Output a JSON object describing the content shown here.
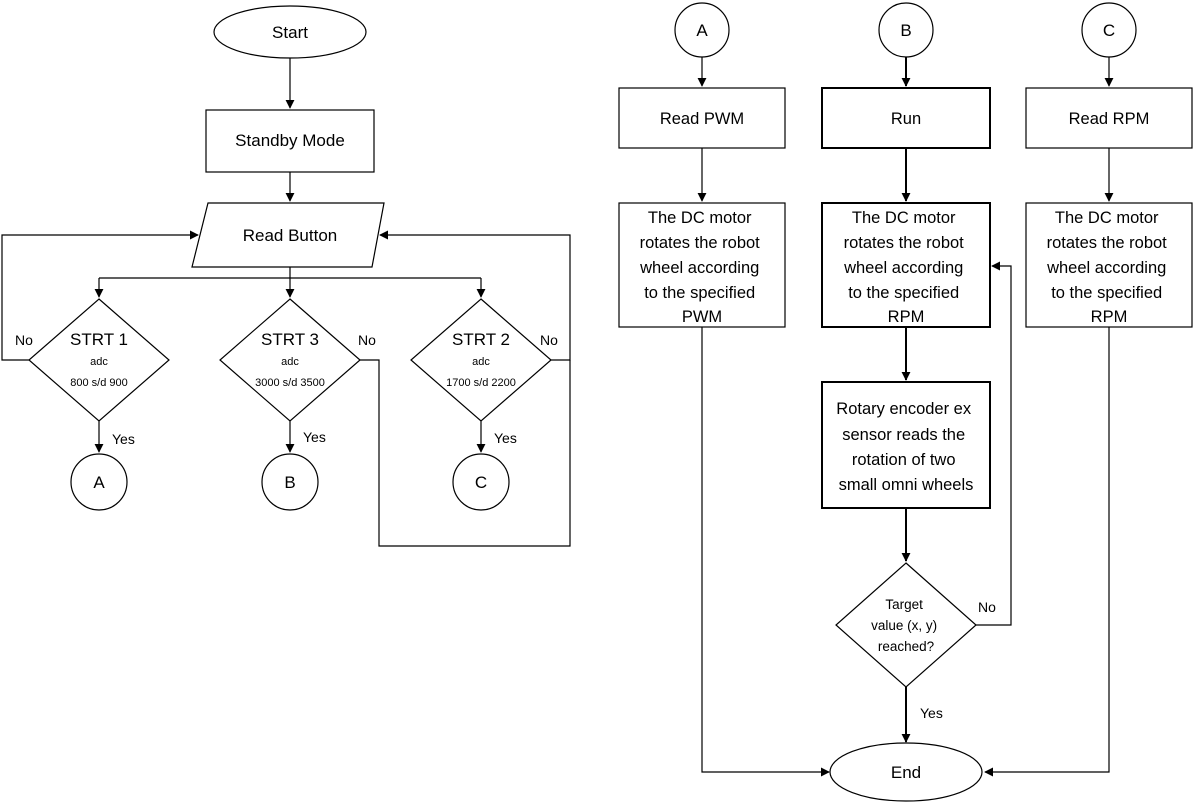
{
  "flowchart": {
    "left": {
      "start": "Start",
      "standby": "Standby Mode",
      "read_button": "Read Button",
      "decision1": {
        "title": "STRT 1",
        "sub": "adc",
        "range": "800 s/d 900"
      },
      "decision2": {
        "title": "STRT 3",
        "sub": "adc",
        "range": "3000 s/d 3500"
      },
      "decision3": {
        "title": "STRT 2",
        "sub": "adc",
        "range": "1700 s/d 2200"
      },
      "connector_a": "A",
      "connector_b": "B",
      "connector_c": "C",
      "yes": "Yes",
      "no": "No"
    },
    "right": {
      "connector_a": "A",
      "connector_b": "B",
      "connector_c": "C",
      "read_pwm": "Read PWM",
      "run": "Run",
      "read_rpm": "Read RPM",
      "motor_pwm": [
        "The DC motor",
        "rotates the robot",
        "wheel according",
        "to the specified",
        "PWM"
      ],
      "motor_rpm_b": [
        "The DC motor",
        "rotates the robot",
        "wheel according",
        "to the specified",
        "RPM"
      ],
      "motor_rpm_c": [
        "The DC motor",
        "rotates the robot",
        "wheel according",
        "to the specified",
        "RPM"
      ],
      "encoder": [
        "Rotary encoder ex",
        "sensor reads the",
        "rotation of two",
        "small omni wheels"
      ],
      "target": [
        "Target",
        "value (x, y)",
        "reached?"
      ],
      "yes": "Yes",
      "no": "No",
      "end": "End"
    }
  }
}
